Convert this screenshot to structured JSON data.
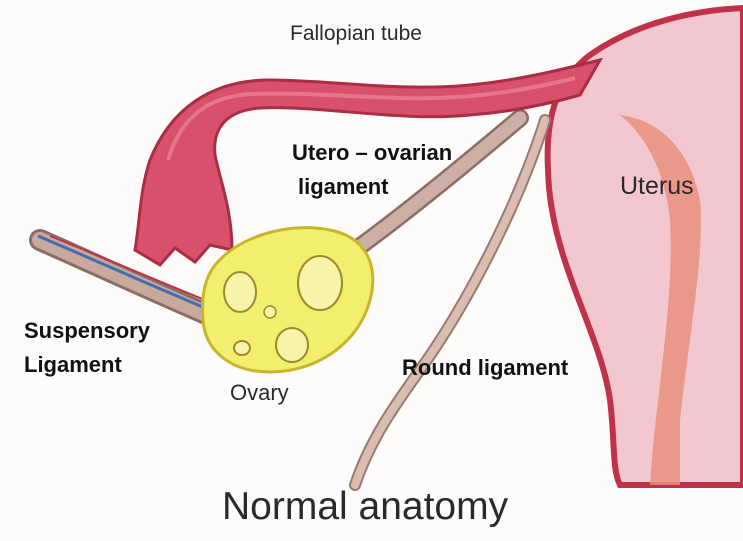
{
  "labels": {
    "fallopian_tube": "Fallopian tube",
    "utero_ovarian_line1": "Utero – ovarian",
    "utero_ovarian_line2": "ligament",
    "uterus": "Uterus",
    "suspensory_line1": "Suspensory",
    "suspensory_line2": "Ligament",
    "ovary": "Ovary",
    "round_ligament": "Round ligament",
    "caption": "Normal anatomy"
  },
  "colors": {
    "uterus_fill": "#f2c7d0",
    "uterus_outline": "#c0324a",
    "tube_fill": "#d8506a",
    "ligament_fill": "#c9a99e",
    "ovary_fill": "#f2ee6e",
    "vessel_blue": "#3f6fae"
  }
}
